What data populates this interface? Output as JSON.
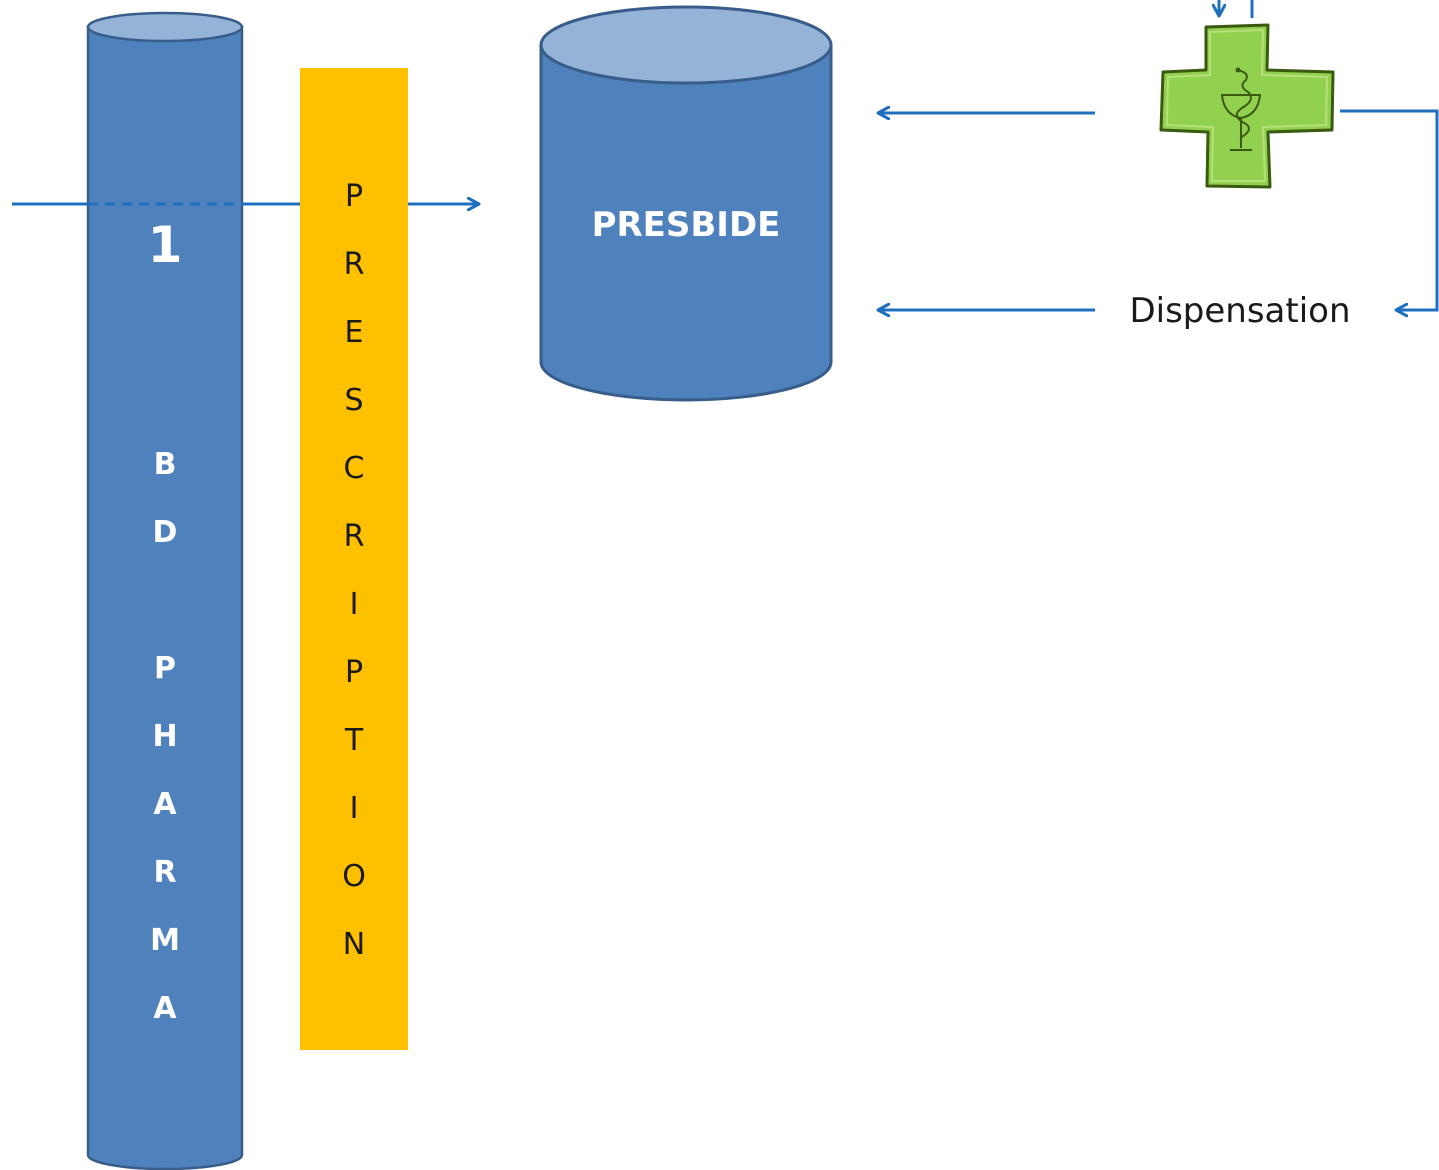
{
  "colors": {
    "cylinder_fill": "#4F81BD",
    "cylinder_top": "#95B3D7",
    "cylinder_stroke": "#385D8A",
    "prescription_fill": "#FFC000",
    "arrow": "#1F6FBF",
    "pharmacy_cross": "#92D050",
    "pharmacy_cross_dark": "#3A5A10"
  },
  "bd_pharma": {
    "number": "1",
    "letters": [
      "B",
      "D",
      "",
      "P",
      "H",
      "A",
      "R",
      "M",
      "A"
    ]
  },
  "prescription": {
    "letters": [
      "P",
      "R",
      "E",
      "S",
      "C",
      "R",
      "I",
      "P",
      "T",
      "I",
      "O",
      "N"
    ]
  },
  "presbide": {
    "label": "PRESBIDE"
  },
  "dispensation": {
    "label": "Dispensation"
  },
  "icons": {
    "pharmacy": "pharmacy-cross-icon"
  }
}
